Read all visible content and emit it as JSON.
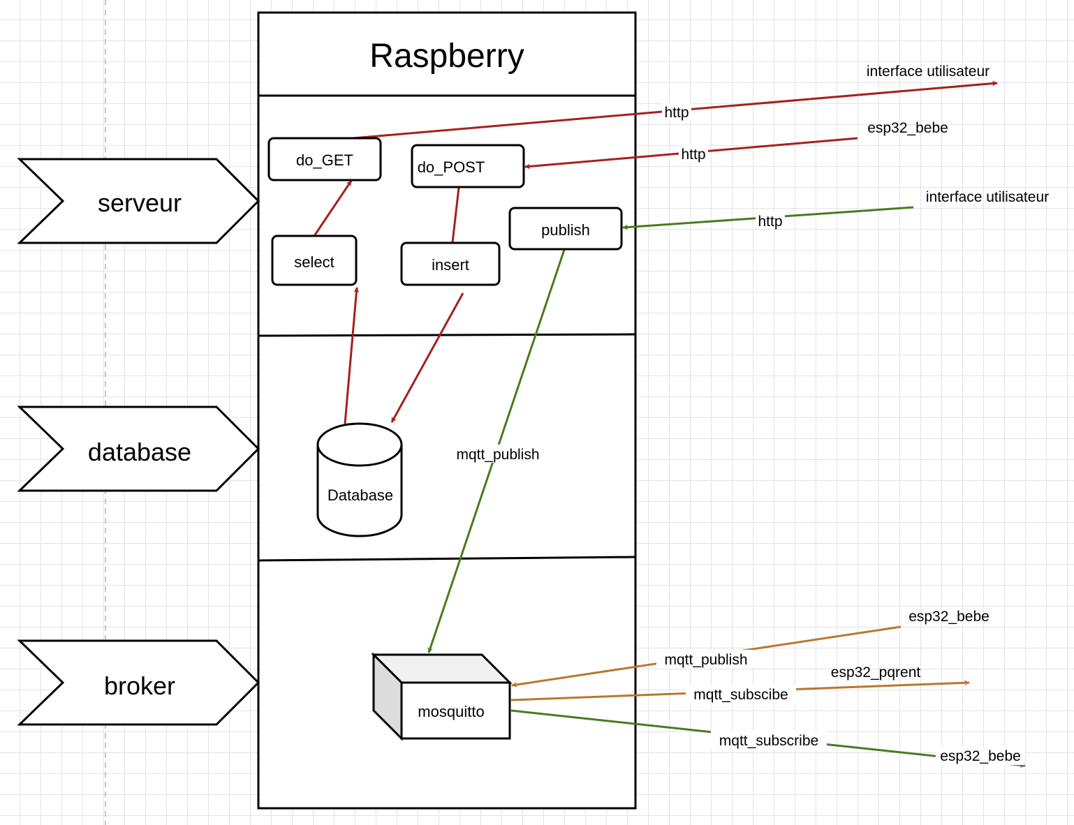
{
  "title": "Raspberry",
  "layers": {
    "serveur": "serveur",
    "database": "database",
    "broker": "broker"
  },
  "nodes": {
    "do_get": "do_GET",
    "do_post": "do_POST",
    "publish": "publish",
    "select": "select",
    "insert": "insert",
    "database": "Database",
    "mosquitto": "mosquitto"
  },
  "external": {
    "interface_1": "interface utilisateur",
    "esp32_bebe_1": "esp32_bebe",
    "interface_2": "interface utilisateur",
    "esp32_bebe_2": "esp32_bebe",
    "esp32_parent": "esp32_pqrent",
    "esp32_bebe_3": "esp32_bebe"
  },
  "edge_labels": {
    "http_1": "http",
    "http_2": "http",
    "http_3": "http",
    "mqtt_publish_main": "mqtt_publish",
    "mqtt_publish_ext": "mqtt_publish",
    "mqtt_subscibe": "mqtt_subscibe",
    "mqtt_subscribe": "mqtt_subscribe"
  },
  "colors": {
    "http_red": "#a6201c",
    "mqtt_green": "#4a7a1f",
    "mqtt_orange": "#b8782c"
  }
}
